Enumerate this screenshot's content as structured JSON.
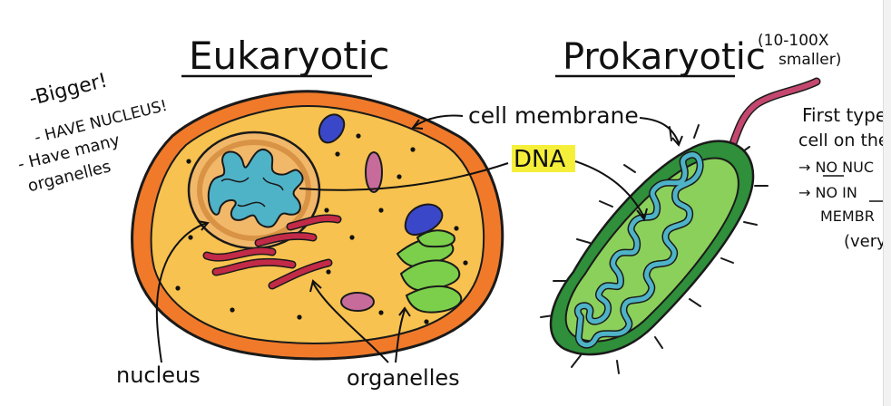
{
  "titles": {
    "eukaryotic": "Eukaryotic",
    "prokaryotic": "Prokaryotic",
    "size_note_line1": "(10-100X",
    "size_note_line2": "smaller)"
  },
  "eukaryote_notes": [
    "-Bigger!",
    "- HAVE NUCLEUS!",
    "- Have many",
    "organelles"
  ],
  "labels": {
    "cell_membrane": "cell membrane",
    "dna": "DNA",
    "nucleus": "nucleus",
    "organelles": "organelles"
  },
  "prokaryote_notes": [
    "First type",
    "cell on the",
    "→ NO NUC",
    "→ NO IN",
    "MEMBR",
    "(very"
  ],
  "colors": {
    "membrane_outer": "#f07a2a",
    "cytoplasm": "#f7c24f",
    "nucleus_fill": "#f2b86a",
    "dna": "#4fb3c8",
    "bacteria_outer": "#2f8f3a",
    "bacteria_inner": "#8bd05b",
    "flagellum": "#c4476f",
    "er": "#c22a47",
    "golgi": "#7bcf4a",
    "vacuole": "#3a47c8",
    "vesicle": "#c76c9a",
    "dna_highlight": "#f6ef3a"
  }
}
